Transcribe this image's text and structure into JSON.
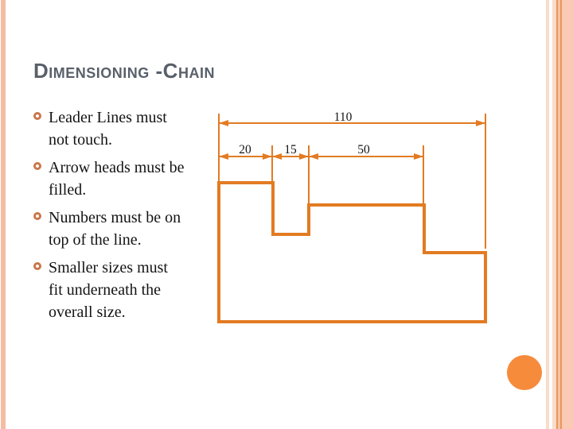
{
  "slide": {
    "title": "Dimensioning -Chain",
    "bullets": [
      "Leader Lines must\nnot touch.",
      "Arrow heads must be\nfilled.",
      "Numbers must be on\ntop of the line.",
      "Smaller sizes must\nfit underneath the\noverall size."
    ]
  },
  "drawing": {
    "type": "chain-dimensioned part profile",
    "dim_overall": "110",
    "dim_segment_1": "20",
    "dim_segment_2": "15",
    "dim_segment_3": "50"
  },
  "colors": {
    "line_orange": "#e27b22",
    "bullet_ring": "#c9764a",
    "title_gray": "#59606a",
    "accent_circle": "#f68b3c",
    "left_stripe": "#f5bca4",
    "stripe_light": "#fbdccb",
    "stripe_dark": "#e9975b",
    "stripe_mid": "#f7c3a6",
    "stripe_wide": "#fbcab4",
    "text_black": "#141414"
  }
}
